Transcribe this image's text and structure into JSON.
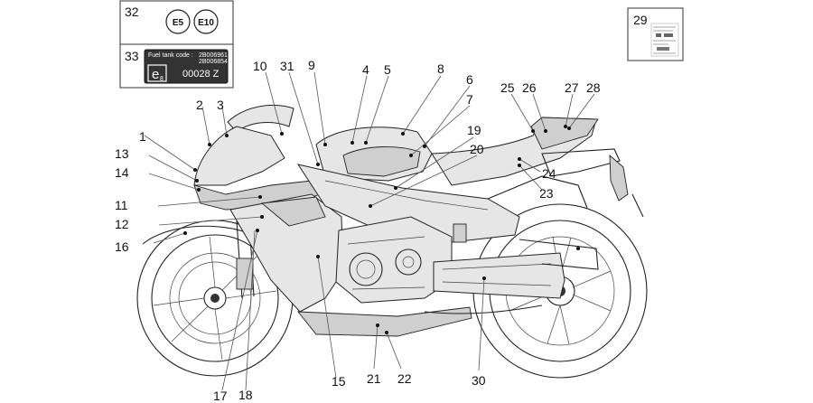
{
  "inset_a": {
    "number": "32",
    "badges": [
      "E5",
      "E10"
    ]
  },
  "inset_b": {
    "number": "33",
    "plate_title": "Fuel tank code :",
    "plate_codes": [
      "2B006961",
      "2B006854"
    ],
    "emark_letter": "e",
    "emark_sub": "8",
    "approval": "00028 Z"
  },
  "inset_c": {
    "number": "29"
  },
  "callouts": [
    "1",
    "2",
    "3",
    "4",
    "5",
    "6",
    "7",
    "8",
    "9",
    "10",
    "11",
    "12",
    "13",
    "14",
    "15",
    "16",
    "17",
    "18",
    "19",
    "20",
    "21",
    "22",
    "23",
    "24",
    "25",
    "26",
    "27",
    "28",
    "30",
    "31"
  ]
}
